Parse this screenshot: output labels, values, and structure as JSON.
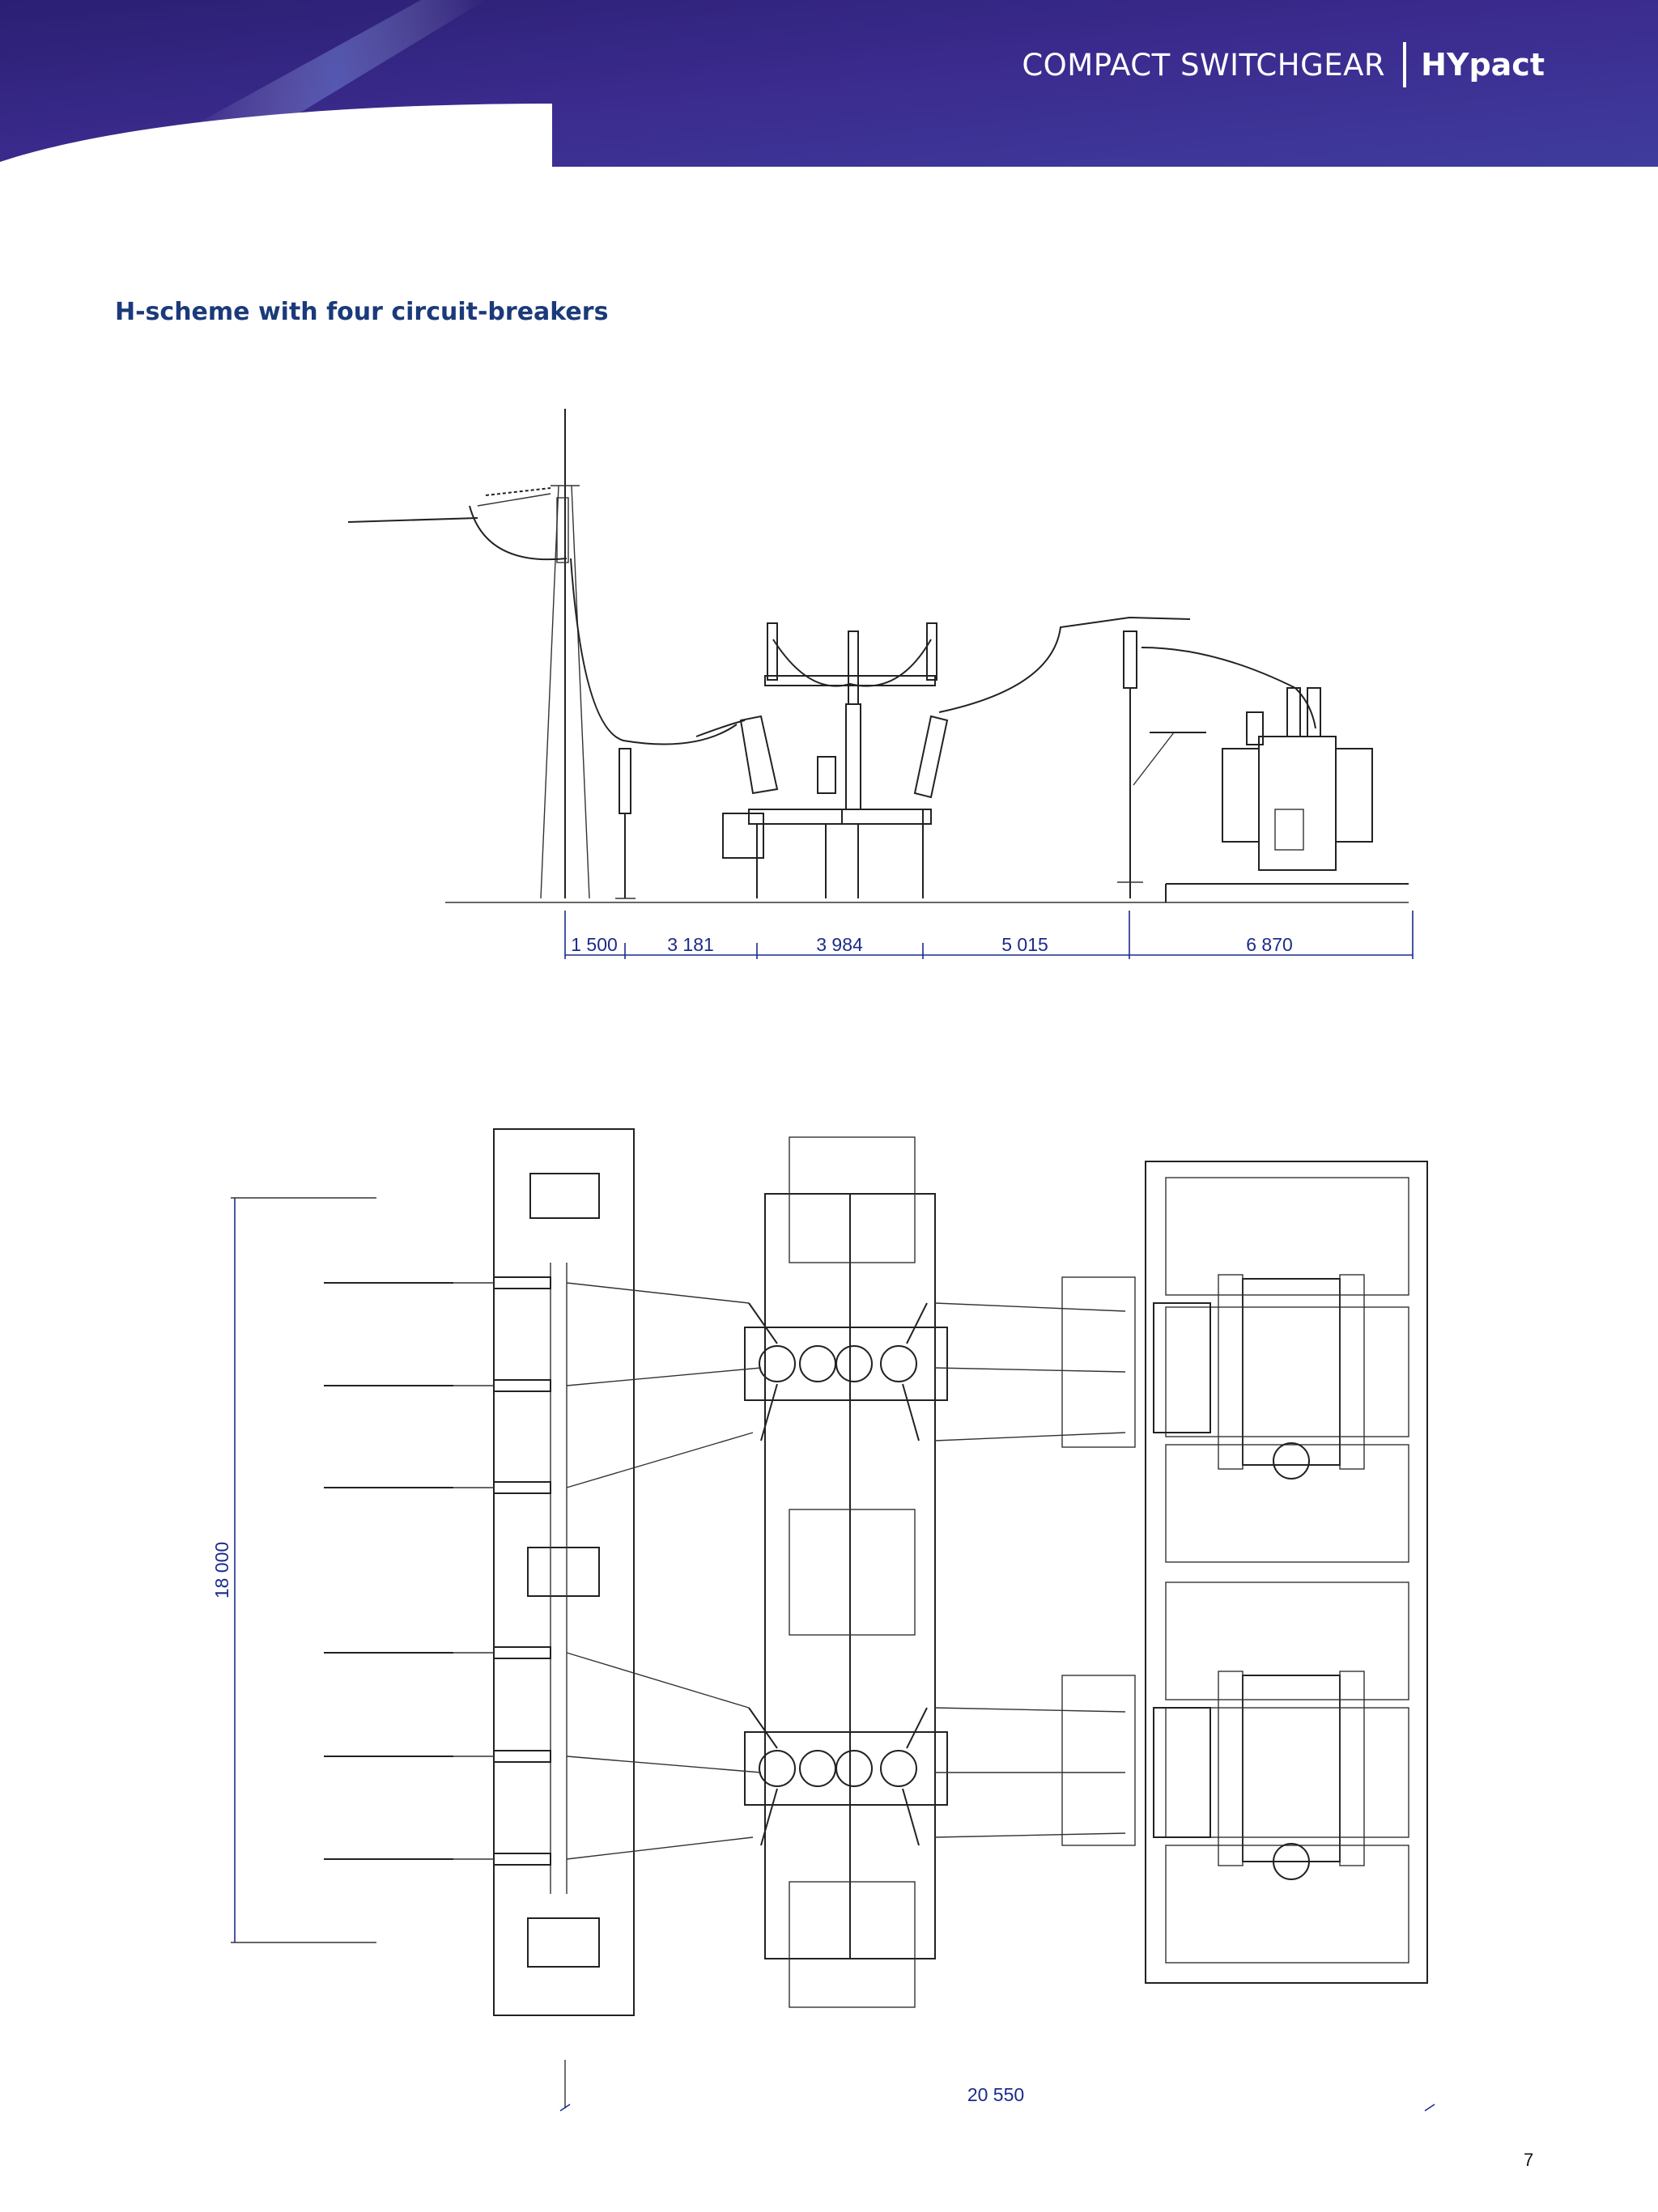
{
  "header": {
    "series": "COMPACT SWITCHGEAR",
    "product": "HYpact",
    "banner_color": "#3b2b8e",
    "banner_color_dark": "#2a1f73"
  },
  "figure_title": "H-scheme with four circuit-breakers",
  "elevation_dimensions": [
    "1 500",
    "3 181",
    "3 984",
    "5 015",
    "6 870"
  ],
  "plan_dimensions": {
    "height": "18 000",
    "width": "20 550"
  },
  "page_number": "7"
}
